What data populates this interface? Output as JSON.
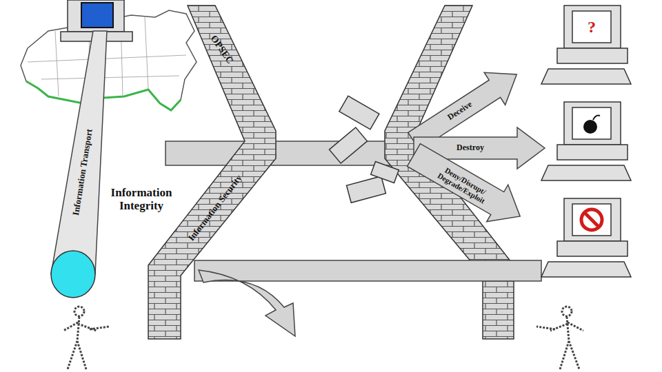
{
  "diagram": {
    "labels": [
      "Information Transport",
      "OPSEC",
      "Information Integrity",
      "Information Security",
      "Deceive",
      "Destroy",
      "Deny/Disrupt/ Degrade/Exploit",
      "?"
    ]
  }
}
